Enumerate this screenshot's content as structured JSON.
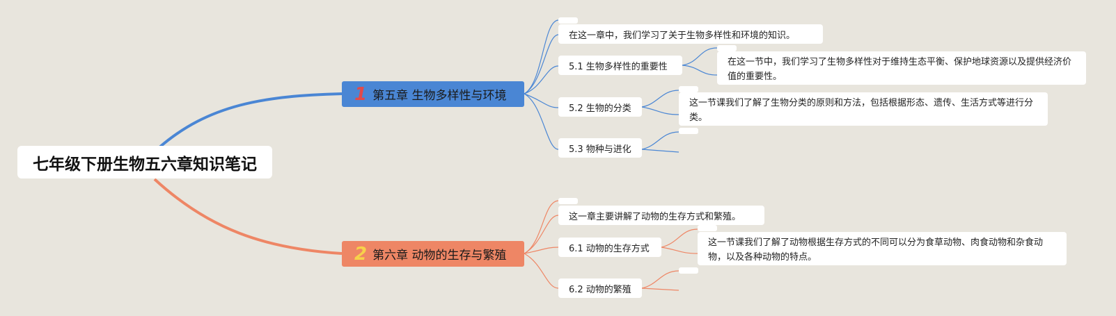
{
  "root": {
    "title": "七年级下册生物五六章知识笔记"
  },
  "chapters": [
    {
      "number": "1",
      "title": "第五章 生物多样性与环境",
      "color": "#4a86d4",
      "summary": "在这一章中，我们学习了关于生物多样性和环境的知识。",
      "sections": [
        {
          "title": "5.1 生物多样性的重要性",
          "note": "在这一节中，我们学习了生物多样性对于维持生态平衡、保护地球资源以及提供经济价值的重要性。"
        },
        {
          "title": "5.2 生物的分类",
          "note": "这一节课我们了解了生物分类的原则和方法，包括根据形态、遗传、生活方式等进行分类。"
        },
        {
          "title": "5.3 物种与进化",
          "note": ""
        }
      ]
    },
    {
      "number": "2",
      "title": "第六章 动物的生存与繁殖",
      "color": "#ee8665",
      "summary": "这一章主要讲解了动物的生存方式和繁殖。",
      "sections": [
        {
          "title": "6.1 动物的生存方式",
          "note": "这一节课我们了解了动物根据生存方式的不同可以分为食草动物、肉食动物和杂食动物，以及各种动物的特点。"
        },
        {
          "title": "6.2 动物的繁殖",
          "note": ""
        }
      ]
    }
  ]
}
